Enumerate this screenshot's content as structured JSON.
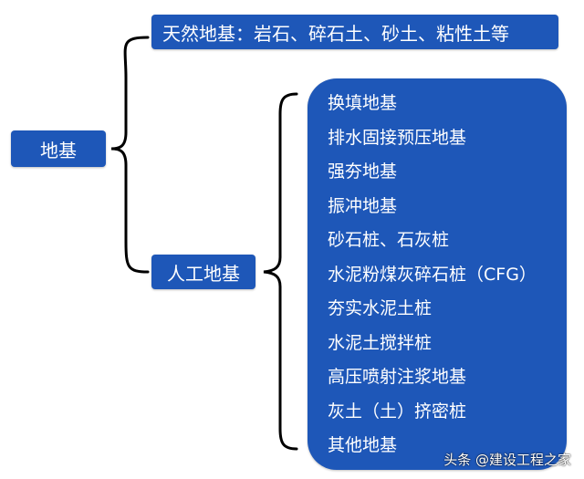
{
  "root": {
    "label": "地基"
  },
  "branches": [
    {
      "label": "天然地基：岩石、碎石土、砂土、粘性土等"
    },
    {
      "label": "人工地基"
    }
  ],
  "artificial_methods": [
    "换填地基",
    "排水固接预压地基",
    "强夯地基",
    "振冲地基",
    "砂石桩、石灰桩",
    "水泥粉煤灰碎石桩（CFG）",
    "夯实水泥土桩",
    "水泥土搅拌桩",
    "高压喷射注浆地基",
    "灰土（土）挤密桩",
    "其他地基"
  ],
  "watermark": "头条 @建设工程之家",
  "colors": {
    "box_fill": "#1e57b8",
    "brace": "#000000",
    "text": "#ffffff"
  }
}
